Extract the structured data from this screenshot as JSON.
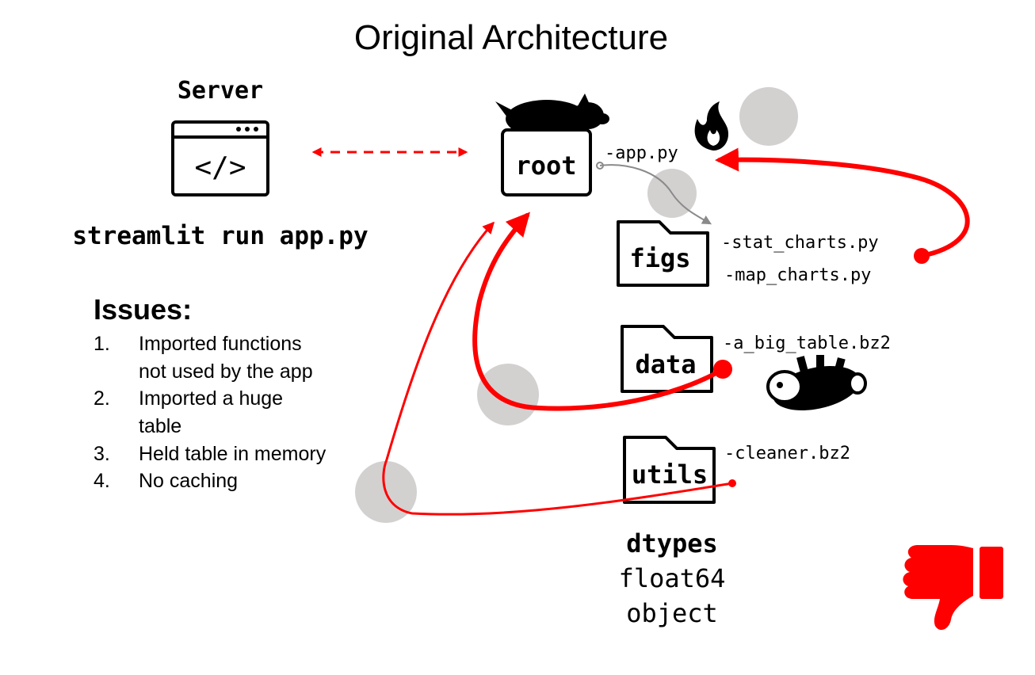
{
  "title": "Original Architecture",
  "server": {
    "label": "Server",
    "icon": "code-window-icon",
    "code_glyph": "</>",
    "command": "streamlit run app.py"
  },
  "root": {
    "label": "root",
    "file": "-app.py",
    "mascot_icon": "pig-icon",
    "hot_icon": "flame-icon"
  },
  "folders": [
    {
      "label": "figs",
      "files": [
        "-stat_charts.py",
        "-map_charts.py"
      ]
    },
    {
      "label": "data",
      "files": [
        "-a_big_table.bz2"
      ]
    },
    {
      "label": "utils",
      "files": [
        "-cleaner.bz2"
      ]
    }
  ],
  "dtypes": {
    "heading": "dtypes",
    "items": [
      "float64",
      "object"
    ]
  },
  "issues": {
    "heading": "Issues:",
    "items": [
      {
        "num": "1.",
        "lines": [
          "Imported functions",
          "not used by the app"
        ]
      },
      {
        "num": "2.",
        "lines": [
          "Imported a huge",
          "table"
        ]
      },
      {
        "num": "3.",
        "lines": [
          "Held table in memory"
        ]
      },
      {
        "num": "4.",
        "lines": [
          "No caching"
        ]
      }
    ]
  },
  "icons": {
    "dead_pig": "upside-down-pig-icon",
    "verdict": "thumbs-down-icon"
  },
  "colors": {
    "accent": "#ff0000",
    "node": "#d3d0d0",
    "ink": "#000000"
  }
}
